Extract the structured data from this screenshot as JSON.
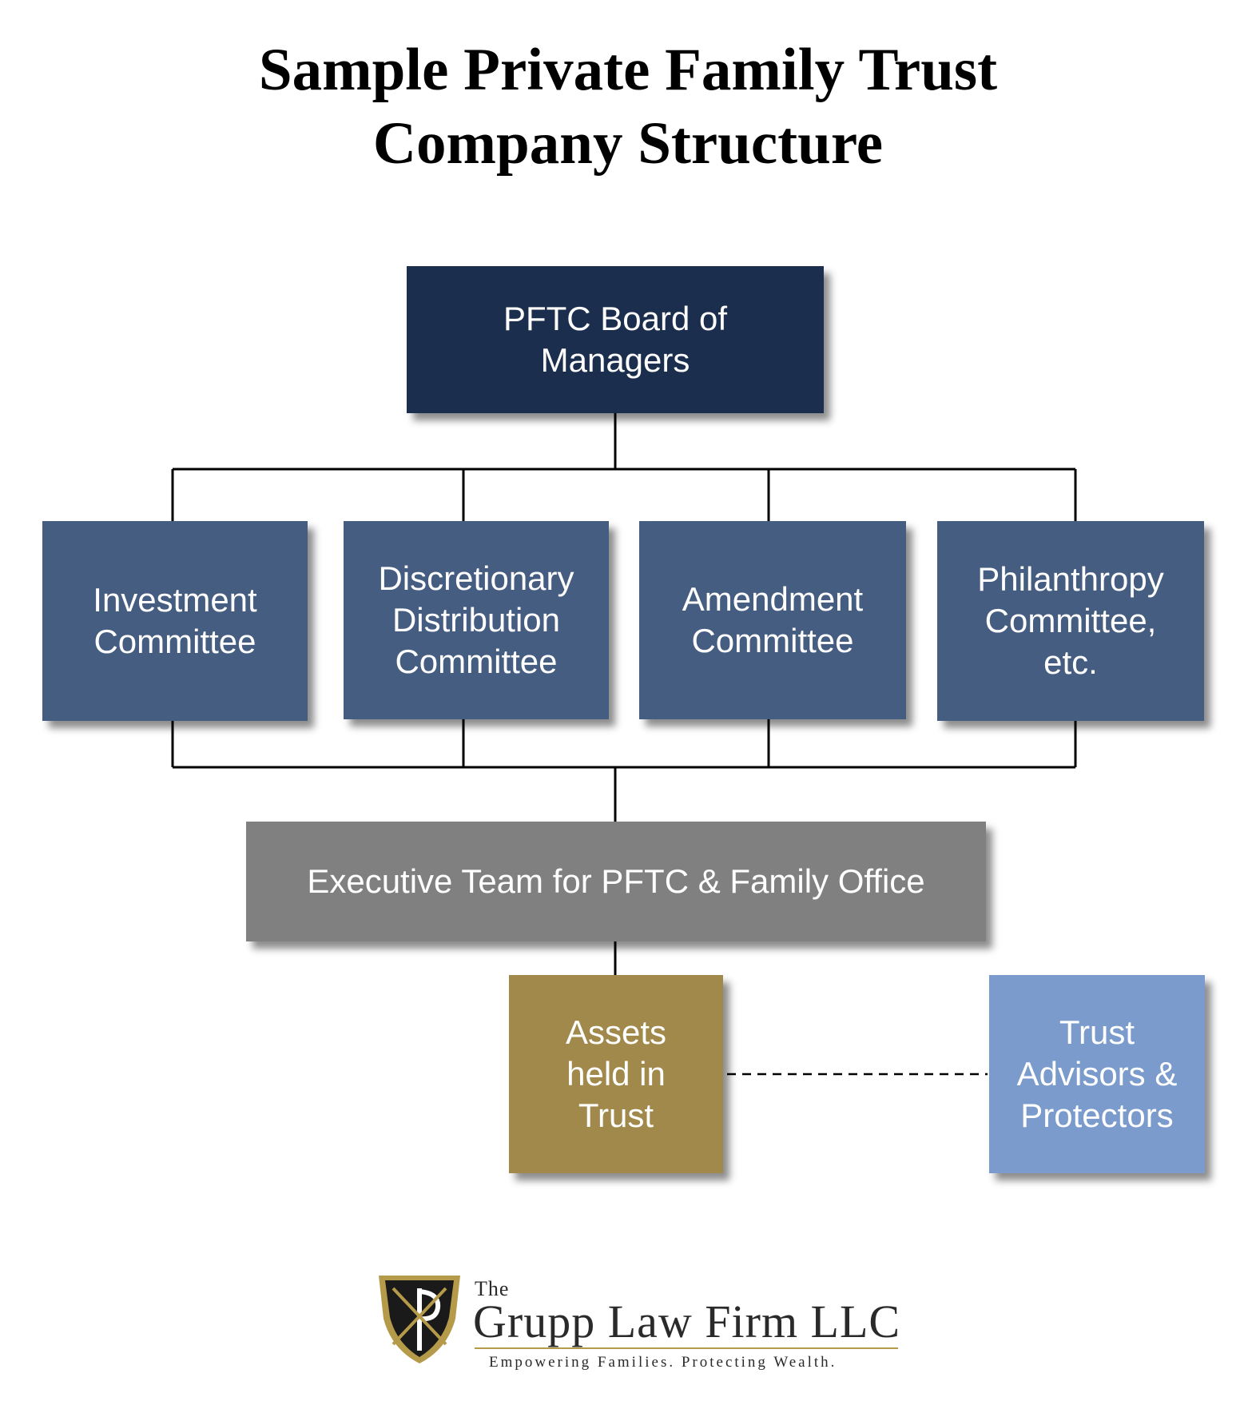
{
  "title": {
    "line1": "Sample Private Family Trust",
    "line2": "Company Structure"
  },
  "nodes": {
    "board": "PFTC Board of\nManagers",
    "investment": "Investment\nCommittee",
    "distribution": "Discretionary\nDistribution\nCommittee",
    "amendment": "Amendment\nCommittee",
    "philanthropy": "Philanthropy\nCommittee,\netc.",
    "executive": "Executive Team for PFTC & Family Office",
    "assets": "Assets\nheld in\nTrust",
    "advisors": "Trust\nAdvisors &\nProtectors"
  },
  "logo": {
    "the": "The",
    "name": "Grupp Law Firm LLC",
    "tagline": "Empowering Families. Protecting Wealth."
  },
  "colors": {
    "board": "#1b2e4e",
    "committee": "#465d82",
    "executive": "#808080",
    "assets": "#a0894a",
    "advisors": "#7a9bcb",
    "logo_gold": "#b59a4a"
  }
}
